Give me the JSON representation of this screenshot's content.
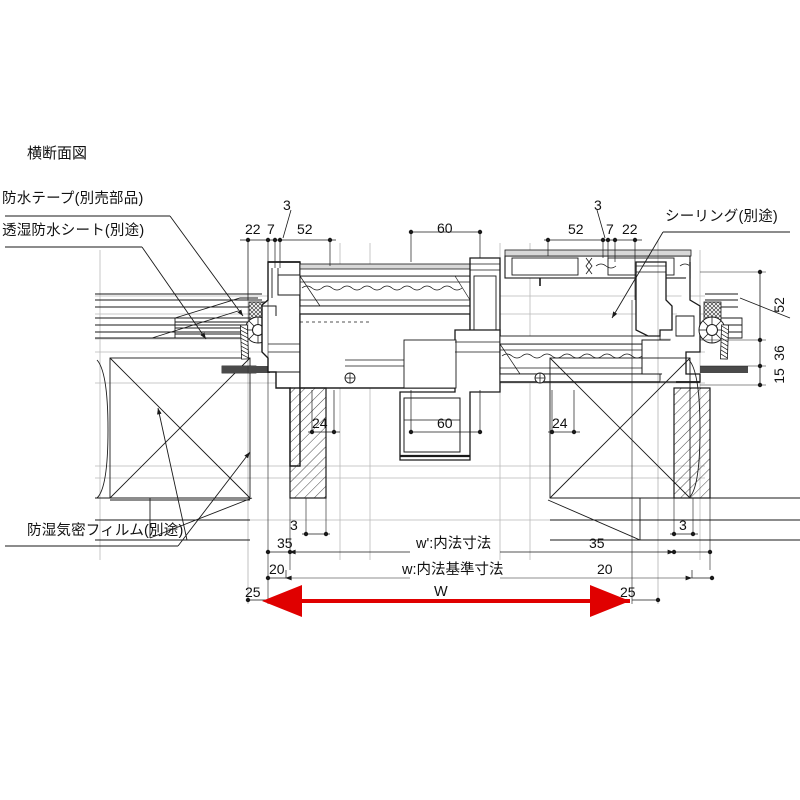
{
  "drawing": {
    "title": "横断面図",
    "accent_color": "#e00000",
    "line_color": "#1a1a1a",
    "light_line_color": "#b5b5b5"
  },
  "annotations": {
    "waterproof_tape": "防水テープ(別売部品)",
    "vapor_permeable_sheet": "透湿防水シート(別途)",
    "moisture_proof_film": "防湿気密フィルム(別途)",
    "sealing": "シーリング(別途)"
  },
  "dimensions": {
    "top_left": [
      "22",
      "7",
      "3",
      "52"
    ],
    "top_center": "60",
    "top_right": [
      "52",
      "3",
      "7",
      "22"
    ],
    "right_vertical": [
      "52",
      "36",
      "15"
    ],
    "mid_left": "24",
    "mid_center": "60",
    "mid_right": "24",
    "bottom_left": [
      "3",
      "35",
      "20",
      "25"
    ],
    "bottom_right": [
      "3",
      "35",
      "20",
      "25"
    ],
    "inner_dimension": "w':内法寸法",
    "inner_standard_dimension": "w:内法基準寸法",
    "overall_width": "W"
  }
}
